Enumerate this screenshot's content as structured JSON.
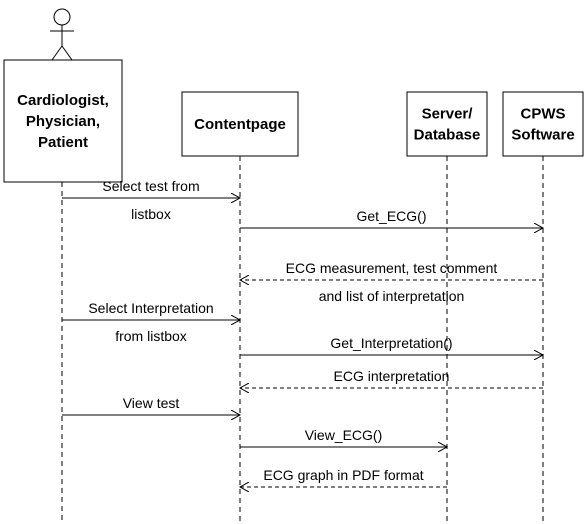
{
  "participants": [
    {
      "id": "actor",
      "lines": [
        "Cardiologist,",
        "Physician,",
        "Patient"
      ],
      "is_actor": true
    },
    {
      "id": "contentpage",
      "lines": [
        "Contentpage"
      ]
    },
    {
      "id": "server",
      "lines": [
        "Server/",
        "Database"
      ]
    },
    {
      "id": "cpws",
      "lines": [
        "CPWS",
        "Software"
      ]
    }
  ],
  "messages": [
    {
      "from": "actor",
      "to": "contentpage",
      "style": "solid",
      "labels": [
        "Select test from",
        "listbox"
      ]
    },
    {
      "from": "contentpage",
      "to": "cpws",
      "style": "solid",
      "labels": [
        "Get_ECG()"
      ]
    },
    {
      "from": "cpws",
      "to": "contentpage",
      "style": "dashed",
      "labels": [
        "ECG measurement, test comment",
        "and list of interpretation"
      ]
    },
    {
      "from": "actor",
      "to": "contentpage",
      "style": "solid",
      "labels": [
        "Select Interpretation",
        "from listbox"
      ]
    },
    {
      "from": "contentpage",
      "to": "cpws",
      "style": "solid",
      "labels": [
        "Get_Interpretation()"
      ]
    },
    {
      "from": "cpws",
      "to": "contentpage",
      "style": "dashed",
      "labels": [
        "ECG interpretation"
      ]
    },
    {
      "from": "actor",
      "to": "contentpage",
      "style": "solid",
      "labels": [
        "View test"
      ]
    },
    {
      "from": "contentpage",
      "to": "server",
      "style": "solid",
      "labels": [
        "View_ECG()"
      ]
    },
    {
      "from": "server",
      "to": "contentpage",
      "style": "dashed",
      "labels": [
        "ECG graph in PDF format"
      ]
    }
  ]
}
